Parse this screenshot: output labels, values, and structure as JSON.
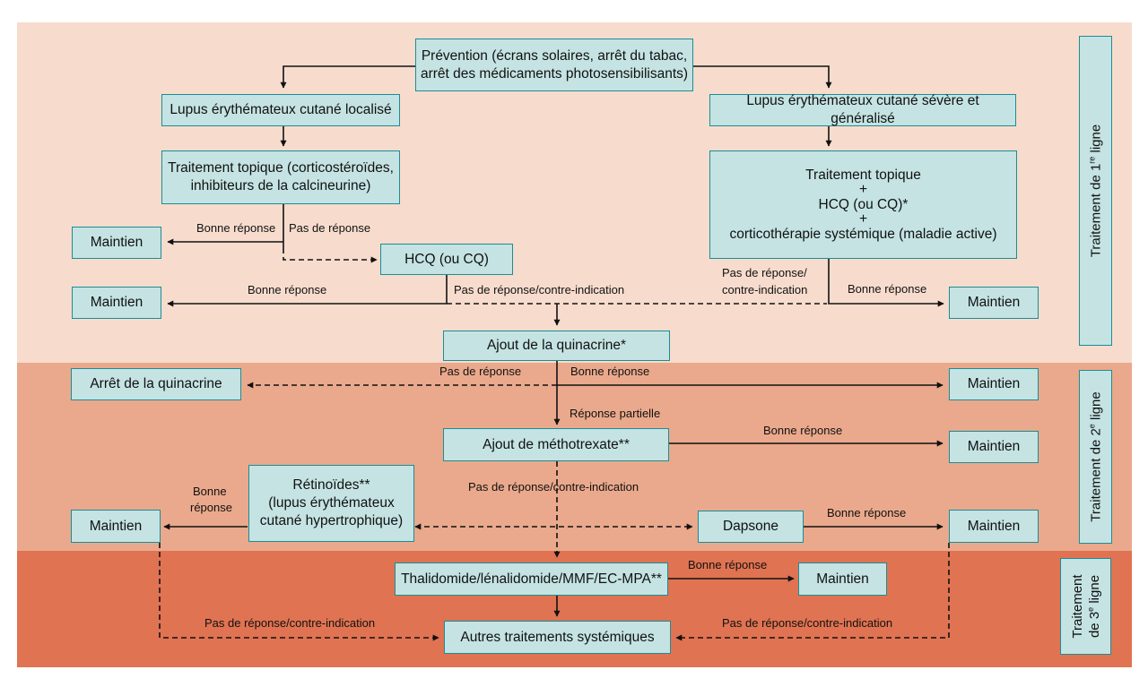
{
  "nodes": {
    "prevention": [
      "Prévention (écrans solaires, arrêt du tabac,",
      "arrêt des médicaments photosensibilisants)"
    ],
    "lupus_localise": "Lupus érythémateux cutané localisé",
    "lupus_severe": "Lupus érythémateux cutané sévère et généralisé",
    "topique_gauche": [
      "Traitement topique (corticostéroïdes,",
      "inhibiteurs de la calcineurine)"
    ],
    "topique_droite": [
      "Traitement topique",
      "+",
      "HCQ (ou CQ)*",
      "+",
      "corticothérapie systémique (maladie active)"
    ],
    "maintien_1": "Maintien",
    "hcq": "HCQ (ou CQ)",
    "maintien_2": "Maintien",
    "maintien_3": "Maintien",
    "quinacrine": "Ajout de la quinacrine*",
    "arret_quinacrine": "Arrêt de la quinacrine",
    "maintien_4": "Maintien",
    "methotrexate": "Ajout de méthotrexate**",
    "maintien_5": "Maintien",
    "retinoides": [
      "Rétinoïdes**",
      "(lupus érythémateux",
      "cutané hypertrophique)"
    ],
    "maintien_6": "Maintien",
    "dapsone": "Dapsone",
    "maintien_7": "Maintien",
    "thalidomide": "Thalidomide/lénalidomide/MMF/EC-MPA**",
    "maintien_8": "Maintien",
    "autres": "Autres traitements systémiques"
  },
  "labels": {
    "bonne_reponse": "Bonne réponse",
    "pas_de_reponse": "Pas de réponse",
    "pas_reponse_ci": "Pas de réponse/contre-indication",
    "pas_reponse_slash": "Pas de réponse/",
    "contre_indication": "contre-indication",
    "reponse_partielle": "Réponse partielle",
    "bonne": "Bonne",
    "reponse": "réponse"
  },
  "sides": {
    "ligne1": {
      "prefix": "Traitement de 1",
      "sup": "re",
      "suffix": " ligne"
    },
    "ligne2": {
      "prefix": "Traitement de 2",
      "sup": "e",
      "suffix": " ligne"
    },
    "ligne3": {
      "line1": "Traitement",
      "prefix": "de 3",
      "sup": "e",
      "suffix": " ligne"
    }
  },
  "colors": {
    "band_1": "#f7dccd",
    "band_2": "#eaa98c",
    "band_3": "#e07352",
    "box_fill": "#c5e3e3",
    "box_border": "#1b8d95"
  }
}
